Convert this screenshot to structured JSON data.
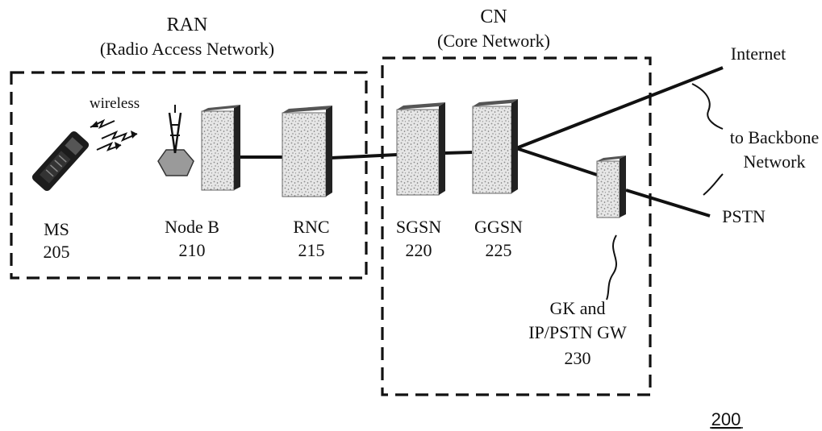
{
  "figure_number": "200",
  "ran": {
    "title": "RAN",
    "subtitle": "(Radio Access Network)"
  },
  "cn": {
    "title": "CN",
    "subtitle": "(Core Network)"
  },
  "wireless_label": "wireless",
  "nodes": {
    "ms": {
      "name": "MS",
      "ref": "205"
    },
    "node_b": {
      "name": "Node B",
      "ref": "210"
    },
    "rnc": {
      "name": "RNC",
      "ref": "215"
    },
    "sgsn": {
      "name": "SGSN",
      "ref": "220"
    },
    "ggsn": {
      "name": "GGSN",
      "ref": "225"
    },
    "gk": {
      "line1": "GK and",
      "line2": "IP/PSTN GW",
      "ref": "230"
    }
  },
  "external": {
    "internet": "Internet",
    "pstn": "PSTN",
    "backbone_line1": "to Backbone",
    "backbone_line2": "Network"
  }
}
